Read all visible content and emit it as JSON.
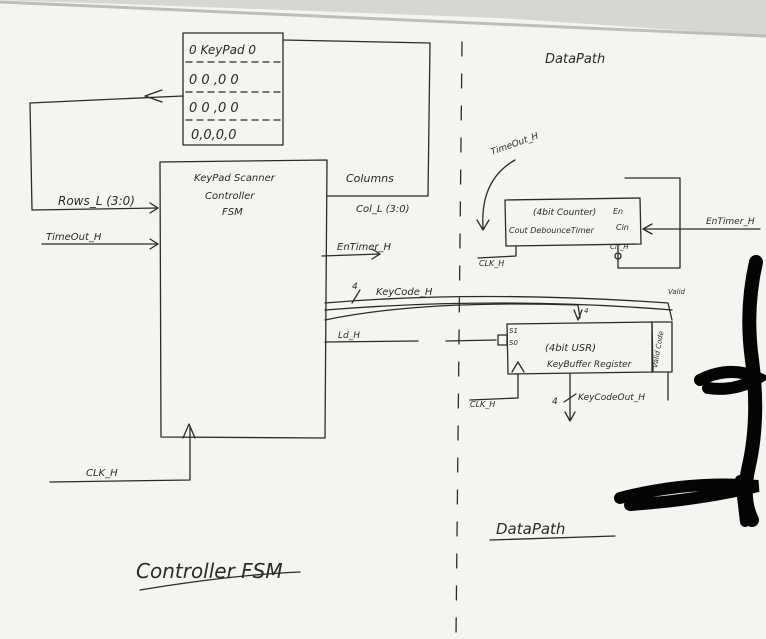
{
  "board": {
    "colors": {
      "wall": "#dcdcda",
      "surface": "#f4f4f1",
      "ink": "#2a2a2a",
      "marker": "#050505"
    }
  },
  "keypad": {
    "label": "KeyPad",
    "rows": [
      "0 KeyPad 0",
      "0 0 ,0 0",
      "0 0 ,0 0",
      "0,0,0,0"
    ]
  },
  "controller": {
    "title_lines": [
      "KeyPad Scanner",
      "Controller",
      "FSM"
    ],
    "section_label": "Controller FSM"
  },
  "signals": {
    "rows": "Rows_L (3:0)",
    "timeout_in": "TimeOut_H",
    "columns": "Columns",
    "col": "Col_L (3:0)",
    "entimer_out": "EnTimer_H",
    "bus_width_4": "4",
    "keycode": "KeyCode_H",
    "ld": "Ld_H",
    "clk_controller": "CLK_H"
  },
  "datapath": {
    "title_top": "DataPath",
    "title_bottom": "DataPath",
    "timer": {
      "line1": "(4bit Counter)",
      "line2": "Cout DebounceTimer",
      "pin_en": "En",
      "pin_cin": "Cin",
      "pin_clr": "Clr_H",
      "timeout": "TimeOut_H",
      "entimer": "EnTimer_H",
      "clk": "CLK_H"
    },
    "register": {
      "line1": "(4bit USR)",
      "line2": "KeyBuffer Register",
      "pin_s1": "S1",
      "pin_s0": "S0",
      "valid_box": "Valid Code",
      "valid": "Valid",
      "bus_in": "4",
      "out_width": "4",
      "out": "KeyCodeOut_H",
      "clk": "CLK_H"
    }
  }
}
